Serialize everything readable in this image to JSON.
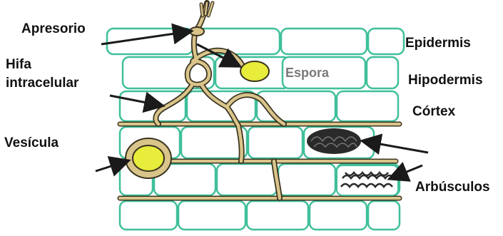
{
  "diagram": {
    "labels": {
      "apresorio": "Apresorio",
      "hifa_line1": "Hifa",
      "hifa_line2": "intracelular",
      "vesicula": "Vesícula",
      "epidermis": "Epidermis",
      "hipodermis": "Hipodermis",
      "cortex": "Córtex",
      "arbusculos": "Arbúsculos",
      "espora": "Espora"
    },
    "colors": {
      "cell_wall": "#3fbf9a",
      "hypha_fill": "#d9c48a",
      "hypha_edge": "#3a3320",
      "spore": "#e8ec3a",
      "arrow": "#1a1a1a",
      "arbuscule_dark": "#2a2a2a",
      "inner_label": "#7a7a7a",
      "background": "#ffffff"
    }
  }
}
